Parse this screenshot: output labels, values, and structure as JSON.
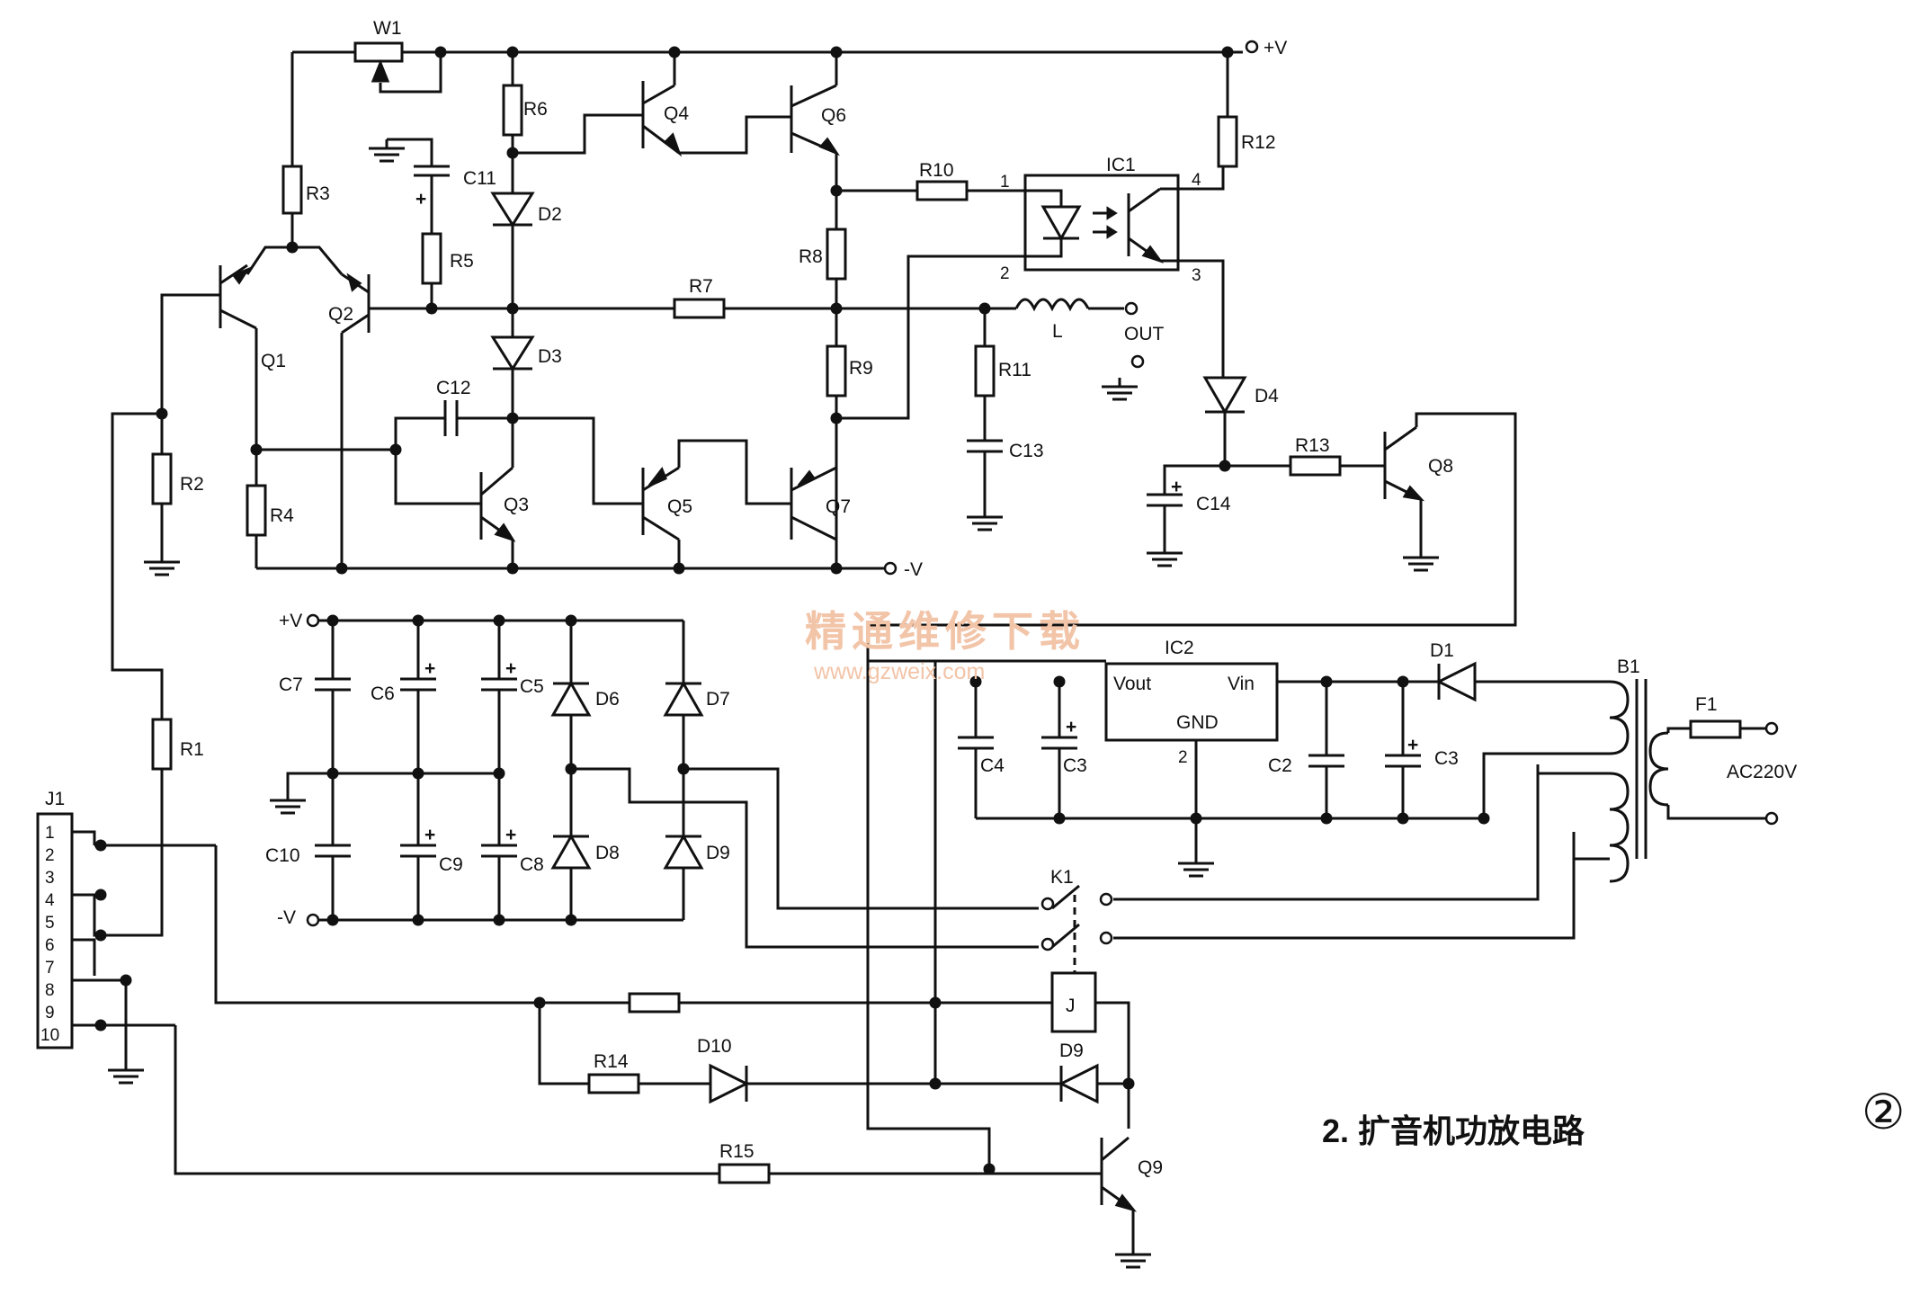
{
  "diagram": {
    "title": "2. 扩音机功放电路",
    "figure_number": "②",
    "watermark": {
      "line1": "精通维修下载",
      "line2": "www.gzweix.com"
    },
    "terminals": {
      "vplus_top": "+V",
      "vminus_top": "-V",
      "out": "OUT",
      "vplus_supply": "+V",
      "vminus_supply": "-V",
      "ac": "AC220V"
    },
    "components": {
      "W1": "W1",
      "R1": "R1",
      "R2": "R2",
      "R3": "R3",
      "R4": "R4",
      "R5": "R5",
      "R6": "R6",
      "R7": "R7",
      "R8": "R8",
      "R9": "R9",
      "R10": "R10",
      "R11": "R11",
      "R12": "R12",
      "R13": "R13",
      "R14": "R14",
      "R15": "R15",
      "C2": "C2",
      "C3a": "C3",
      "C3b": "C3",
      "C4": "C4",
      "C5": "C5",
      "C6": "C6",
      "C7": "C7",
      "C8": "C8",
      "C9": "C9",
      "C10": "C10",
      "C11": "C11",
      "C12": "C12",
      "C13": "C13",
      "C14": "C14",
      "D1": "D1",
      "D2": "D2",
      "D3": "D3",
      "D4": "D4",
      "D6": "D6",
      "D7": "D7",
      "D8": "D8",
      "D9a": "D9",
      "D9b": "D9",
      "D10": "D10",
      "Q1": "Q1",
      "Q2": "Q2",
      "Q3": "Q3",
      "Q4": "Q4",
      "Q5": "Q5",
      "Q6": "Q6",
      "Q7": "Q7",
      "Q8": "Q8",
      "Q9": "Q9",
      "IC1": "IC1",
      "IC2": "IC2",
      "B1": "B1",
      "F1": "F1",
      "K1": "K1",
      "J": "J",
      "L": "L",
      "J1": "J1"
    },
    "ic2_pins": {
      "vout": "Vout",
      "vin": "Vin",
      "gnd": "GND",
      "pin2": "2"
    },
    "ic1_pins": [
      "1",
      "2",
      "3",
      "4"
    ],
    "j1_pins": [
      "1",
      "2",
      "3",
      "4",
      "5",
      "6",
      "7",
      "8",
      "9",
      "10"
    ]
  }
}
